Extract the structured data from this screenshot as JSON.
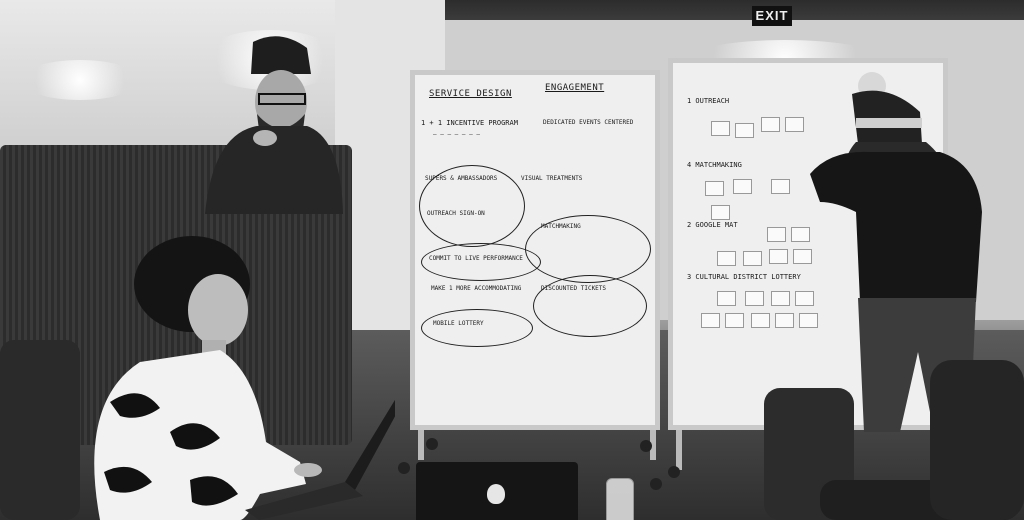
{
  "scene": {
    "exit_sign": "EXIT",
    "board_left": {
      "headers": [
        "SERVICE DESIGN",
        "ENGAGEMENT"
      ],
      "items": [
        "1 + 1 INCENTIVE PROGRAM",
        "DEDICATED EVENTS CENTERED",
        "SUPERS & AMBASSADORS",
        "VISUAL TREATMENTS",
        "OUTREACH SIGN-ON",
        "MATCHMAKING",
        "COMMIT TO LIVE PERFORMANCE",
        "MAKE 1 MORE ACCOMMODATING",
        "DISCOUNTED TICKETS",
        "MOBILE LOTTERY"
      ]
    },
    "board_right": {
      "sections": [
        "1 OUTREACH",
        "4 MATCHMAKING",
        "2 GOOGLE MAT",
        "3 CULTURAL DISTRICT LOTTERY"
      ]
    },
    "colors": {
      "board": "#efefef",
      "frame": "#c9c9c9",
      "floor": "#3a3a3a",
      "wall": "#cfcfcf"
    },
    "icons": [
      "apple-logo-icon"
    ]
  }
}
